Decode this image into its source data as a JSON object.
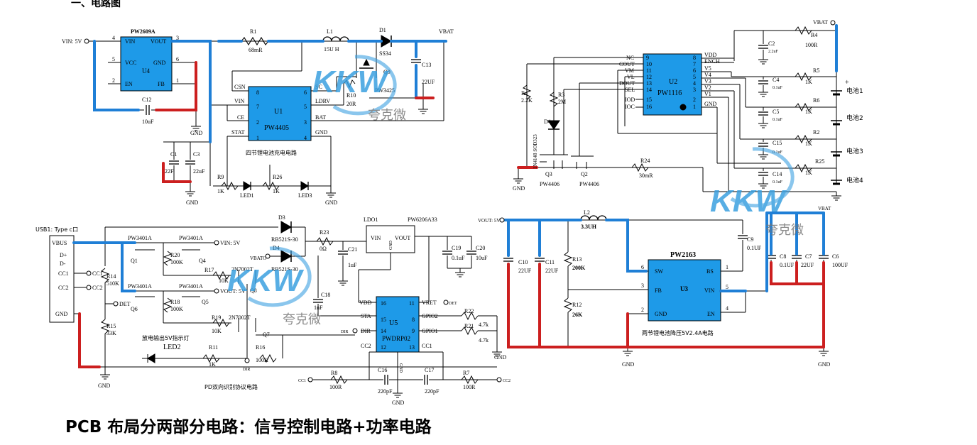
{
  "caption": "PCB 布局分两部分电路：信号控制电路+功率电路",
  "watermark": {
    "logo": "KKW",
    "text": "夸克微"
  },
  "colors": {
    "wire": "#000000",
    "bus_blue": "#1f7fd6",
    "bus_red": "#cc1f1f",
    "ic_fill": "#1e9ae8",
    "watermark": "#3aa0e0"
  },
  "c1": {
    "u4_name": "PW2609A",
    "u4_ref": "U4",
    "u4_pins_left": [
      "VIN",
      "VCC",
      "EN"
    ],
    "u4_pins_right": [
      "VOUT",
      "GND",
      "FB"
    ],
    "u4_num_left": [
      "4",
      "5",
      "2"
    ],
    "u4_num_right": [
      "3",
      "6",
      "1"
    ],
    "vin": "VIN: 5V",
    "c12": "C12",
    "c12v": "10uF",
    "gnd": "GND",
    "r1": "R1",
    "r1v": "68mR",
    "l1": "L1",
    "l1v": "15U H",
    "d1": "D1",
    "d1v": "SS34",
    "vbat": "VBAT",
    "q9": "Q9",
    "q9v": "PW3425",
    "c13": "C13",
    "c13v": "22UF",
    "r10": "R10",
    "r10v": "20R",
    "u1_name": "PW4405",
    "u1_ref": "U1",
    "u1_pins_left": [
      "CSN",
      "VIN",
      "CE",
      "STAT"
    ],
    "u1_num_left": [
      "8",
      "7",
      "2",
      "1"
    ],
    "u1_pins_right": [
      "SC",
      "LDRV",
      "BAT",
      "GND"
    ],
    "u1_num_right": [
      "6",
      "5",
      "3",
      "4"
    ],
    "c1": "C1",
    "c1v": "22F",
    "c3": "C3",
    "c3v": "22uF",
    "r9": "R9",
    "r9v": "1K",
    "r26": "R26",
    "r26v": "1K",
    "led1": "LED1",
    "led3": "LED3",
    "title": "四节锂电池充电电路"
  },
  "c2": {
    "u2_name": "PW1116",
    "u2_ref": "U2",
    "pins_left": [
      "NC",
      "COUT",
      "VM",
      "VL",
      "DOUT",
      "SEL",
      "IOD",
      "IOC"
    ],
    "num_left": [
      "9",
      "10",
      "11",
      "12",
      "13",
      "14",
      "15",
      "16"
    ],
    "pins_right": [
      "VDD",
      "ENCH",
      "V5",
      "V4",
      "V3",
      "V2",
      "V1",
      "GND"
    ],
    "num_right": [
      "8",
      "7",
      "6",
      "5",
      "4",
      "3",
      "2",
      "1"
    ],
    "vbat": "VBAT",
    "c2": "C2",
    "c2v": "2.2uF",
    "r4b": "R4",
    "r4bv": "100R",
    "r5": "R5",
    "r5v": "1K",
    "r6": "R6",
    "r6v": "1K",
    "r2": "R2",
    "r2v": "1K",
    "r25": "R25",
    "r25v": "1K",
    "c4": "C4",
    "c5": "C5",
    "c15": "C15",
    "c14": "C14",
    "cv": "0.1uF",
    "cells": [
      "电池1",
      "电池2",
      "电池3",
      "电池4"
    ],
    "r4": "R4",
    "r4v": "2.2K",
    "r3": "R3",
    "r3v": "2M",
    "d4": "D4",
    "d4v": "1N4148 SOD323",
    "q3": "Q3",
    "q3v": "PW4406",
    "q2": "Q2",
    "q2v": "PW4406",
    "r24": "R24",
    "r24v": "30mR",
    "gnd": "GND"
  },
  "c3": {
    "usb": "USB1: Type c口",
    "vbus": "VBUS",
    "dp": "D+",
    "dm": "D-",
    "cc1": "CC1",
    "cc2": "CC2",
    "gnd": "GND",
    "cc1o": "CC1",
    "cc2o": "CC2",
    "r14": "R14",
    "r14v": "510K",
    "r15": "R15",
    "r15v": "33K",
    "det": "DET",
    "q1": "Q1",
    "q1v": "PW3401A",
    "q4": "Q4",
    "q4v": "PW3401A",
    "q6": "Q6",
    "q6v": "PW3401A",
    "q5": "Q5",
    "q5v": "PW3401A",
    "r20": "R20",
    "r20v": "100K",
    "r18": "R18",
    "r18v": "100K",
    "r17": "R17",
    "r17v": "10K",
    "r19": "R19",
    "r19v": "10K",
    "q8": "Q8",
    "q8v": "2N7002T",
    "q7": "Q7",
    "q7v": "2N7002T",
    "vin5": "VIN: 5V",
    "vout5": "VOUT: 5V",
    "r11": "R11",
    "r11v": "1K",
    "r16": "R16",
    "r16v": "100K",
    "led2": "LED2",
    "dir": "DIR",
    "d3": "D3",
    "d3v": "RB521S-30",
    "d4": "D4",
    "d4v": "RB521S-30",
    "vbato": "VBATO",
    "r23": "R23",
    "r23v": "0Ω",
    "ldo": "LDO1",
    "ldov": "PW6206A33",
    "ldo_vin": "VIN",
    "ldo_vout": "VOUT",
    "ldo_gnd": "GND",
    "c21": "C21",
    "c21v": "1uF",
    "c19": "C19",
    "c19v": "0.1uF",
    "c20": "C20",
    "c20v": "10uF",
    "c18": "C18",
    "c18v": "1nF",
    "u5_name": "PWDRP02",
    "u5_ref": "U5",
    "u5_left": [
      "VDD",
      "STA",
      "DIR",
      "CC2"
    ],
    "u5_lnum": [
      "16",
      "15",
      "14",
      "12"
    ],
    "u5_right": [
      "VRET",
      "GPIO2",
      "GPIO1",
      "CC1"
    ],
    "u5_rnum": [
      "11",
      "8",
      "9",
      "13"
    ],
    "u5_gnd": "GND",
    "r22": "R22",
    "r22v": "4.7k",
    "r21": "R21",
    "r21v": "4.7k",
    "det_o": "DET",
    "r8": "R8",
    "r8v": "100R",
    "r7": "R7",
    "r7v": "100R",
    "c16": "C16",
    "c16v": "220pF",
    "c17": "C17",
    "c17v": "220pF",
    "cc1_in": "CC1",
    "cc2_out": "CC2",
    "note1": "放电输出5V指示灯",
    "title": "PD双向识别协议电路"
  },
  "c4": {
    "vout": "VOUT: 5V",
    "l2": "L2",
    "l2v": "3.3UH",
    "u3_name": "PW2163",
    "u3_ref": "U3",
    "u3_left": [
      "SW",
      "FB",
      "GND"
    ],
    "u3_lnum": [
      "6",
      "3",
      "2"
    ],
    "u3_right": [
      "BS",
      "VIN",
      "EN"
    ],
    "u3_rnum": [
      "1",
      "5",
      "4"
    ],
    "c9": "C9",
    "c9v": "0.1UF",
    "c10": "C10",
    "c10v": "22UF",
    "c11": "C11",
    "c11v": "22UF",
    "r13": "R13",
    "r13v": "200K",
    "r12": "R12",
    "r12v": "26K",
    "c8": "C8",
    "c8v": "0.1UF",
    "c7": "C7",
    "c7v": "22UF",
    "c6": "C6",
    "c6v": "100UF",
    "vbat": "VBAT",
    "gnd": "GND",
    "title": "两节锂电池降压5V2.4A电路"
  }
}
